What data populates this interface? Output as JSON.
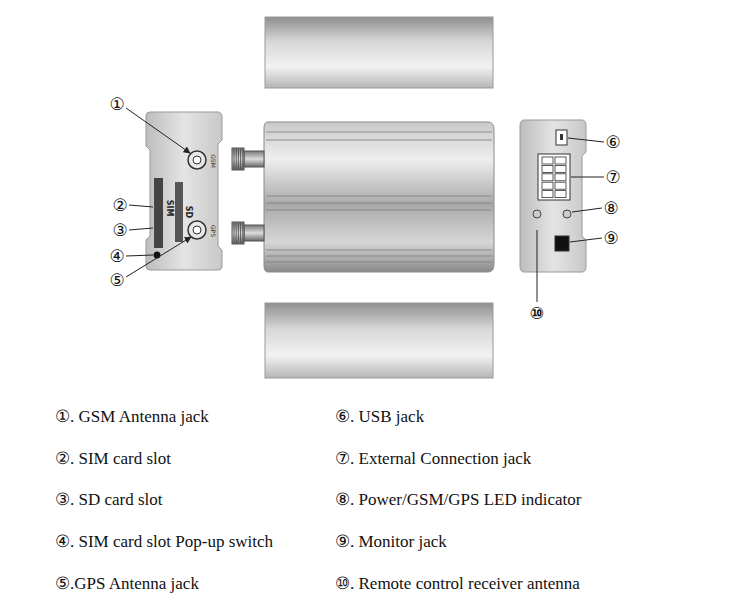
{
  "diagram": {
    "labels": [
      "①",
      "②",
      "③",
      "④",
      "⑤",
      "⑥",
      "⑦",
      "⑧",
      "⑨",
      "⑩",
      "GSM",
      "SIM",
      "SD",
      "GPS",
      "①. GSM Antenna jack",
      "②. SIM card slot",
      "③. SD card slot",
      "④. SIM card slot Pop-up switch",
      "⑤.GPS Antenna jack",
      "⑥. USB jack",
      "⑦. External Connection jack",
      "⑧. Power/GSM/GPS LED indicator",
      "⑨. Monitor jack",
      "⑩. Remote control receiver antenna"
    ]
  }
}
